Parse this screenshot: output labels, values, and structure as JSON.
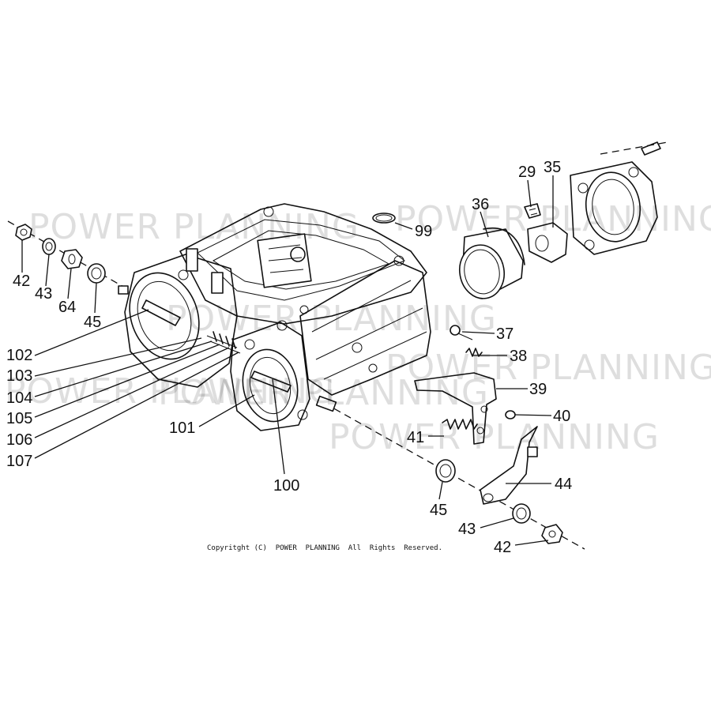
{
  "watermark": {
    "w1": "POWER PLANNING",
    "w2": "POWER PLANNING",
    "w3": "POWER PLANNING",
    "w4": "POWER PLANNING",
    "w5": "POWER PLANNING",
    "w6": "POWER PLANNING",
    "w7": "POWER PLANNING"
  },
  "parts": {
    "p42a": "42",
    "p43a": "43",
    "p64": "64",
    "p45a": "45",
    "p102": "102",
    "p103": "103",
    "p104": "104",
    "p105": "105",
    "p106": "106",
    "p107": "107",
    "p101": "101",
    "p100": "100",
    "p99": "99",
    "p36": "36",
    "p29": "29",
    "p35": "35",
    "p37": "37",
    "p38": "38",
    "p39": "39",
    "p40": "40",
    "p41": "41",
    "p44": "44",
    "p45b": "45",
    "p43b": "43",
    "p42b": "42"
  },
  "copyright": "Copyritght (C)  POWER  PLANNING  All  Rights  Reserved."
}
